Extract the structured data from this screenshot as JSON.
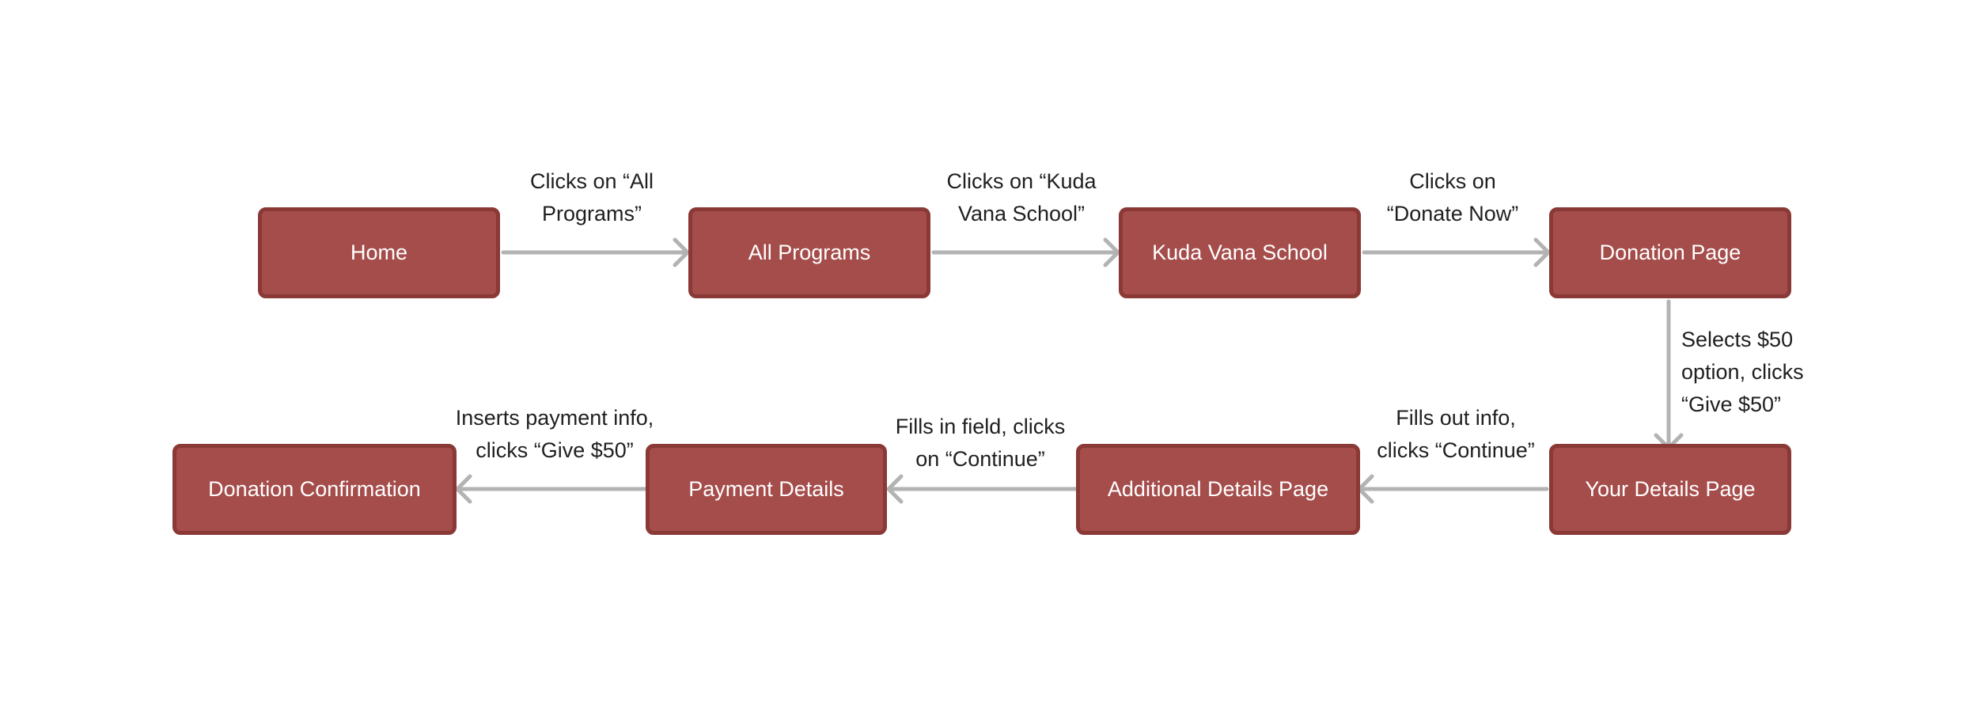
{
  "nodes": {
    "home": "Home",
    "all_programs": "All Programs",
    "kuda_vana_school": "Kuda Vana School",
    "donation_page": "Donation Page",
    "your_details_page": "Your Details Page",
    "additional_details_page": "Additional Details Page",
    "payment_details": "Payment Details",
    "donation_confirmation": "Donation Confirmation"
  },
  "edges": {
    "home_to_programs": [
      "Clicks on “All",
      "Programs”"
    ],
    "programs_to_school": [
      "Clicks on “Kuda",
      "Vana School”"
    ],
    "school_to_donation": [
      "Clicks on",
      "“Donate Now”"
    ],
    "donation_to_details": [
      "Selects $50",
      "option, clicks",
      "“Give $50”"
    ],
    "details_to_additional": [
      "Fills out info,",
      "clicks “Continue”"
    ],
    "additional_to_payment": [
      "Fills in field, clicks",
      "on “Continue”"
    ],
    "payment_to_confirmation": [
      "Inserts payment info,",
      "clicks “Give $50”"
    ]
  },
  "colors": {
    "node_fill": "#a54d4b",
    "node_border": "#8a3936",
    "node_text": "#ffffff",
    "arrow": "#b3b3b3",
    "label_text": "#1f1f1f"
  }
}
